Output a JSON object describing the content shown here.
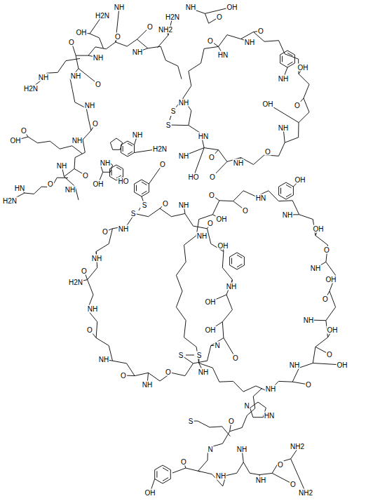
{
  "diagram": {
    "labels": [
      "NH",
      "H2N",
      "OH",
      "O",
      "OH",
      "OH",
      "O",
      "HN",
      "NH",
      "O",
      "NH",
      "O",
      "NH",
      "O",
      "NH",
      "O",
      "HN",
      "NH",
      "S",
      "S",
      "H2N",
      "O",
      "NH",
      "HO",
      "O",
      "NH2",
      "O",
      "NH",
      "O",
      "NH",
      "NH",
      "H2N",
      "OH",
      "O",
      "NH",
      "NH",
      "H2N",
      "O",
      "NH",
      "NH",
      "NH",
      "O",
      "NH",
      "OH",
      "O",
      "NH",
      "O",
      "NH",
      "HN",
      "H2N",
      "O",
      "OH",
      "HO",
      "S",
      "S",
      "O",
      "NH",
      "O",
      "OH",
      "O",
      "NH",
      "OH",
      "O",
      "HN",
      "OH",
      "NH",
      "OH",
      "O",
      "NH",
      "OH",
      "O",
      "NH",
      "OH",
      "O",
      "OH",
      "NH",
      "O",
      "NH",
      "NH",
      "OH",
      "OH",
      "N",
      "O",
      "NH",
      "S",
      "S",
      "O",
      "NH",
      "O",
      "NH",
      "O",
      "NH",
      "H2N",
      "O",
      "NH",
      "O",
      "NH",
      "N",
      "HN",
      "S",
      "N",
      "O",
      "NH",
      "O",
      "NH",
      "O",
      "NH",
      "O",
      "NH2",
      "NH2",
      "OH"
    ]
  }
}
